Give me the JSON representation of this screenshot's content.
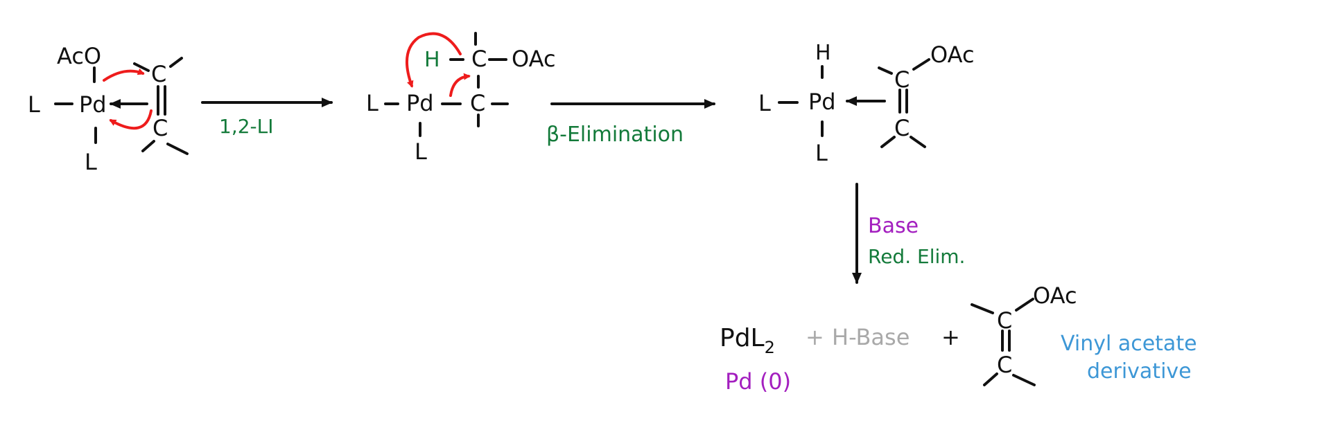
{
  "colors": {
    "ink": "#111111",
    "arrow_red": "#ee1c1c",
    "label_green": "#137a3a",
    "label_purple": "#a31fbf",
    "label_gray": "#a9a9a9",
    "label_blue": "#3d97d6"
  },
  "complex1": {
    "aco": "AcO",
    "l_left": "L",
    "pd": "Pd",
    "l_bottom": "L",
    "c_top": "C",
    "c_bottom": "C"
  },
  "step1": {
    "label": "1,2-LI"
  },
  "complex2": {
    "h": "H",
    "c_top": "C",
    "oac": "OAc",
    "l_left": "L",
    "pd": "Pd",
    "c_mid": "C",
    "l_bottom": "L"
  },
  "step2": {
    "label": "β-Elimination"
  },
  "complex3": {
    "h": "H",
    "l_left": "L",
    "pd": "Pd",
    "l_bottom": "L",
    "c_top": "C",
    "oac": "OAc",
    "c_bottom": "C"
  },
  "step3": {
    "reagent": "Base",
    "label": "Red. Elim."
  },
  "products": {
    "pd_l2": "PdL",
    "subscript": "2",
    "pd0": "Pd (0)",
    "plus1": "+",
    "h_base": "H-Base",
    "plus2": "+",
    "c_top": "C",
    "oac": "OAc",
    "c_bottom": "C",
    "note_line1": "Vinyl acetate",
    "note_line2": "derivative"
  }
}
